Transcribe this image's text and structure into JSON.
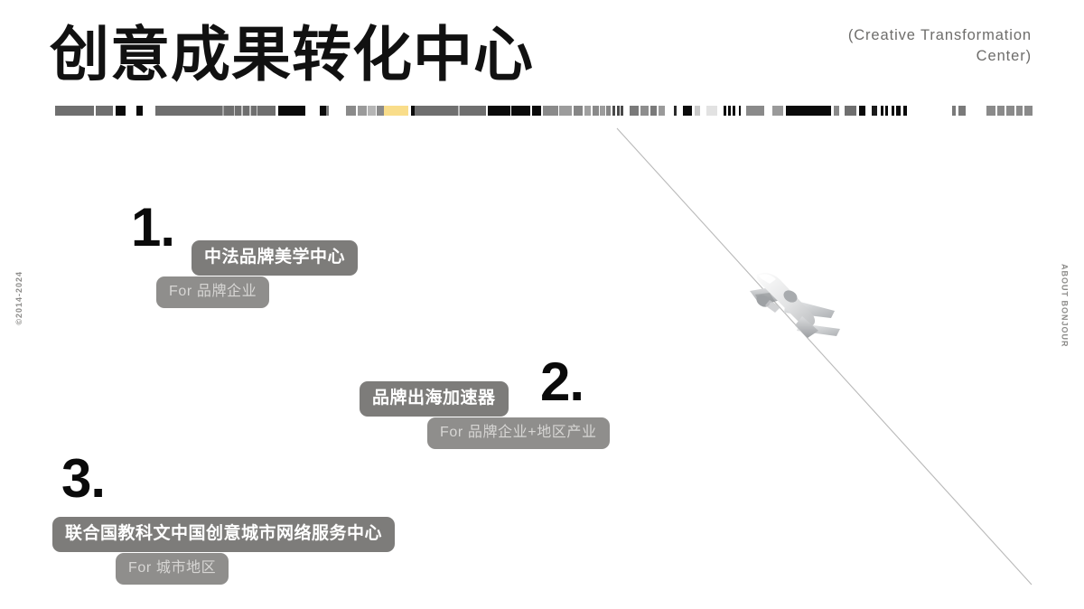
{
  "header": {
    "main_title": "创意成果转化中心",
    "subtitle_en_line1": "(Creative Transformation",
    "subtitle_en_line2": "Center)"
  },
  "side_labels": {
    "left": "©2014-2024",
    "right": "ABOUT BONJOUR"
  },
  "items": [
    {
      "number": "1.",
      "title": "中法品牌美学中心",
      "for_label": "For 品牌企业"
    },
    {
      "number": "2.",
      "title": "品牌出海加速器",
      "for_label": "For 品牌企业+地区产业"
    },
    {
      "number": "3.",
      "title": "联合国教科文中国创意城市网络服务中心",
      "for_label": "For  城市地区"
    }
  ],
  "decor": {
    "plane_icon": "airplane-icon",
    "diagonal_line_color": "#b9b9b9"
  },
  "colors": {
    "background": "#ffffff",
    "title_text": "#111111",
    "subtitle_text": "#6e6d6b",
    "pill_main_bg": "#7d7c7a",
    "pill_main_text": "#ffffff",
    "pill_for_bg": "#8f8e8c",
    "pill_for_text": "#d7d6d4",
    "accent_yellow": "#f9dd8a",
    "barcode_gray": "#6f6f6f",
    "barcode_black": "#000000"
  },
  "barcode": [
    {
      "w": 8,
      "c": "#ffffff"
    },
    {
      "w": 56,
      "c": "#6f6f6f"
    },
    {
      "w": 2,
      "c": "#ffffff"
    },
    {
      "w": 26,
      "c": "#6f6f6f"
    },
    {
      "w": 3,
      "c": "#ffffff"
    },
    {
      "w": 15,
      "c": "#0a0a0a"
    },
    {
      "w": 16,
      "c": "#ffffff"
    },
    {
      "w": 9,
      "c": "#0a0a0a"
    },
    {
      "w": 18,
      "c": "#ffffff"
    },
    {
      "w": 96,
      "c": "#6f6f6f"
    },
    {
      "w": 3,
      "c": "#a8a8a8"
    },
    {
      "w": 14,
      "c": "#6f6f6f"
    },
    {
      "w": 2,
      "c": "#c9c9c9"
    },
    {
      "w": 9,
      "c": "#6f6f6f"
    },
    {
      "w": 2,
      "c": "#c9c9c9"
    },
    {
      "w": 10,
      "c": "#6f6f6f"
    },
    {
      "w": 2,
      "c": "#c9c9c9"
    },
    {
      "w": 8,
      "c": "#6f6f6f"
    },
    {
      "w": 2,
      "c": "#c9c9c9"
    },
    {
      "w": 26,
      "c": "#6f6f6f"
    },
    {
      "w": 3,
      "c": "#ffffff"
    },
    {
      "w": 39,
      "c": "#0a0a0a"
    },
    {
      "w": 22,
      "c": "#ffffff"
    },
    {
      "w": 9,
      "c": "#0a0a0a"
    },
    {
      "w": 3,
      "c": "#7d7d7d"
    },
    {
      "w": 26,
      "c": "#ffffff"
    },
    {
      "w": 14,
      "c": "#8a8a8a"
    },
    {
      "w": 2,
      "c": "#ffffff"
    },
    {
      "w": 13,
      "c": "#9a9a9a"
    },
    {
      "w": 2,
      "c": "#ffffff"
    },
    {
      "w": 11,
      "c": "#b5b5b5"
    },
    {
      "w": 2,
      "c": "#ffffff"
    },
    {
      "w": 10,
      "c": "#8a8a8a"
    },
    {
      "w": 36,
      "c": "#f9dd8a"
    },
    {
      "w": 3,
      "c": "#ffffff"
    },
    {
      "w": 6,
      "c": "#0a0a0a"
    },
    {
      "w": 62,
      "c": "#6f6f6f"
    },
    {
      "w": 3,
      "c": "#c0c0c0"
    },
    {
      "w": 38,
      "c": "#6f6f6f"
    },
    {
      "w": 2,
      "c": "#ffffff"
    },
    {
      "w": 33,
      "c": "#0a0a0a"
    },
    {
      "w": 2,
      "c": "#ffffff"
    },
    {
      "w": 27,
      "c": "#0a0a0a"
    },
    {
      "w": 2,
      "c": "#ffffff"
    },
    {
      "w": 13,
      "c": "#0a0a0a"
    },
    {
      "w": 3,
      "c": "#ffffff"
    },
    {
      "w": 22,
      "c": "#8a8a8a"
    },
    {
      "w": 2,
      "c": "#ffffff"
    },
    {
      "w": 18,
      "c": "#9c9c9c"
    },
    {
      "w": 2,
      "c": "#ffffff"
    },
    {
      "w": 14,
      "c": "#868686"
    },
    {
      "w": 2,
      "c": "#ffffff"
    },
    {
      "w": 10,
      "c": "#a0a0a0"
    },
    {
      "w": 2,
      "c": "#ffffff"
    },
    {
      "w": 9,
      "c": "#8a8a8a"
    },
    {
      "w": 2,
      "c": "#ffffff"
    },
    {
      "w": 7,
      "c": "#9c9c9c"
    },
    {
      "w": 2,
      "c": "#ffffff"
    },
    {
      "w": 6,
      "c": "#868686"
    },
    {
      "w": 3,
      "c": "#ffffff"
    },
    {
      "w": 4,
      "c": "#4a4a4a"
    },
    {
      "w": 2,
      "c": "#ffffff"
    },
    {
      "w": 4,
      "c": "#4a4a4a"
    },
    {
      "w": 2,
      "c": "#ffffff"
    },
    {
      "w": 4,
      "c": "#4a4a4a"
    },
    {
      "w": 8,
      "c": "#ffffff"
    },
    {
      "w": 14,
      "c": "#7a7a7a"
    },
    {
      "w": 2,
      "c": "#ffffff"
    },
    {
      "w": 12,
      "c": "#8e8e8e"
    },
    {
      "w": 2,
      "c": "#ffffff"
    },
    {
      "w": 10,
      "c": "#7a7a7a"
    },
    {
      "w": 2,
      "c": "#ffffff"
    },
    {
      "w": 9,
      "c": "#9a9a9a"
    },
    {
      "w": 14,
      "c": "#ffffff"
    },
    {
      "w": 3,
      "c": "#2a2a2a"
    },
    {
      "w": 10,
      "c": "#ffffff"
    },
    {
      "w": 13,
      "c": "#0a0a0a"
    },
    {
      "w": 3,
      "c": "#ffffff"
    },
    {
      "w": 8,
      "c": "#c9c9c9"
    },
    {
      "w": 9,
      "c": "#ffffff"
    },
    {
      "w": 16,
      "c": "#e2e2e2"
    },
    {
      "w": 9,
      "c": "#ffffff"
    },
    {
      "w": 4,
      "c": "#0a0a0a"
    },
    {
      "w": 3,
      "c": "#ffffff"
    },
    {
      "w": 4,
      "c": "#0a0a0a"
    },
    {
      "w": 2,
      "c": "#ffffff"
    },
    {
      "w": 4,
      "c": "#0a0a0a"
    },
    {
      "w": 5,
      "c": "#ffffff"
    },
    {
      "w": 3,
      "c": "#0a0a0a"
    },
    {
      "w": 8,
      "c": "#ffffff"
    },
    {
      "w": 26,
      "c": "#8a8a8a"
    },
    {
      "w": 12,
      "c": "#ffffff"
    },
    {
      "w": 16,
      "c": "#9a9a9a"
    },
    {
      "w": 3,
      "c": "#ffffff"
    },
    {
      "w": 66,
      "c": "#0a0a0a"
    },
    {
      "w": 4,
      "c": "#ffffff"
    },
    {
      "w": 7,
      "c": "#8a8a8a"
    },
    {
      "w": 8,
      "c": "#ffffff"
    },
    {
      "w": 18,
      "c": "#6f6f6f"
    },
    {
      "w": 3,
      "c": "#ffffff"
    },
    {
      "w": 10,
      "c": "#0a0a0a"
    },
    {
      "w": 8,
      "c": "#ffffff"
    },
    {
      "w": 9,
      "c": "#1a1a1a"
    },
    {
      "w": 4,
      "c": "#ffffff"
    },
    {
      "w": 4,
      "c": "#0a0a0a"
    },
    {
      "w": 3,
      "c": "#ffffff"
    },
    {
      "w": 4,
      "c": "#0a0a0a"
    },
    {
      "w": 5,
      "c": "#ffffff"
    },
    {
      "w": 4,
      "c": "#0a0a0a"
    },
    {
      "w": 3,
      "c": "#ffffff"
    },
    {
      "w": 6,
      "c": "#0a0a0a"
    },
    {
      "w": 4,
      "c": "#ffffff"
    },
    {
      "w": 5,
      "c": "#0a0a0a"
    },
    {
      "w": 66,
      "c": "#ffffff"
    },
    {
      "w": 5,
      "c": "#7a7a7a"
    },
    {
      "w": 4,
      "c": "#ffffff"
    },
    {
      "w": 11,
      "c": "#7a7a7a"
    },
    {
      "w": 30,
      "c": "#ffffff"
    },
    {
      "w": 13,
      "c": "#8a8a8a"
    },
    {
      "w": 2,
      "c": "#ffffff"
    },
    {
      "w": 11,
      "c": "#8a8a8a"
    },
    {
      "w": 2,
      "c": "#ffffff"
    },
    {
      "w": 12,
      "c": "#8a8a8a"
    },
    {
      "w": 2,
      "c": "#ffffff"
    },
    {
      "w": 10,
      "c": "#8a8a8a"
    },
    {
      "w": 2,
      "c": "#ffffff"
    },
    {
      "w": 12,
      "c": "#8a8a8a"
    }
  ]
}
